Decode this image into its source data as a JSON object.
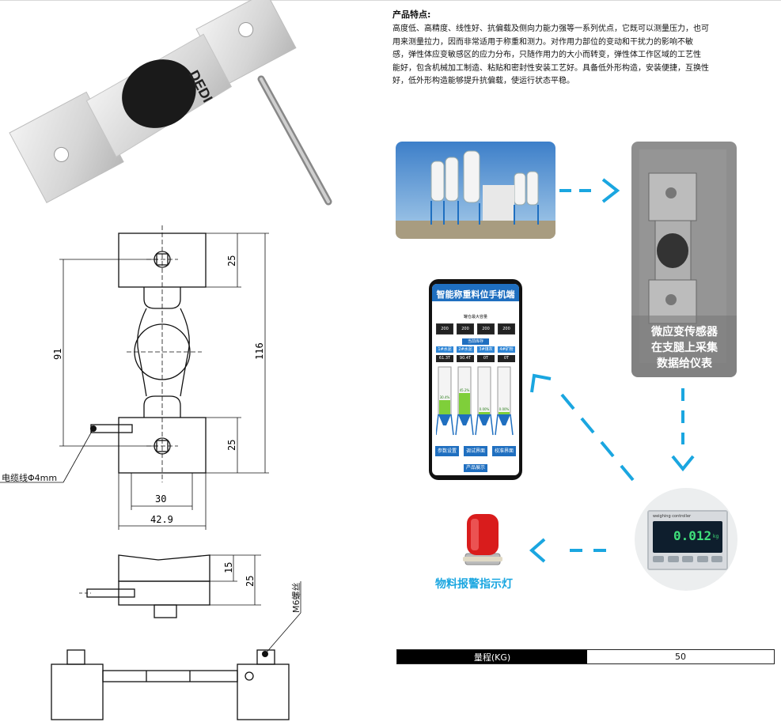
{
  "features": {
    "title": "产品特点:",
    "lines": [
      "高度低、高精度、线性好、抗偏载及侧向力能力强等一系列优点，它既可以测量压力，也可",
      "用来测量拉力，因而非常适用于称重和测力。对作用力部位的变动和干扰力的影响不敏",
      "感，弹性体应变敏感区的应力分布，只随作用力的大小而转变，弹性体工作区域的工艺性",
      "能好，包含机械加工制造、粘贴和密封性安装工艺好。具备低外形构造，安装便捷，互换性",
      "好，低外形构造能够提升抗偏载，使运行状态平稳。"
    ]
  },
  "product_logo": "DEDI",
  "drawing": {
    "dims": {
      "d25a": "25",
      "d91": "91",
      "d116": "116",
      "d25b": "25",
      "d30": "30",
      "d429": "42.9",
      "d15": "15",
      "d25c": "25"
    },
    "cable_label": "电缆线Φ4mm",
    "bolt_label": "M6螺丝"
  },
  "diagram": {
    "sensor_caption": [
      "微应变传感器",
      "在支腿上采集",
      "数据给仪表"
    ],
    "lamp_caption": "物料报警指示灯",
    "phone": {
      "title": "智能称重料位手机端",
      "capacity_label": "罐仓最大容量",
      "capacity_values": [
        "200",
        "200",
        "200",
        "200"
      ],
      "stock_label": "当前库存",
      "bins": [
        "1#水泥",
        "2#水泥",
        "3#煤灰",
        "4#矿粉"
      ],
      "stock_values": [
        "61.3T",
        "90.4T",
        "0T",
        "0T"
      ],
      "fill_levels": [
        0.3,
        0.45,
        0.05,
        0.05
      ],
      "fill_pct_text": [
        "30.4%",
        "45.2%",
        "0.00%",
        "0.00%"
      ],
      "buttons": [
        "参数设置",
        "调试界面",
        "校准界面"
      ],
      "bottom_button": "产品展示"
    },
    "controller": {
      "brand": "weighing controller",
      "reading": "0.012",
      "unit": "kg"
    }
  },
  "spec": {
    "label": "量程(KG)",
    "value": "50"
  },
  "colors": {
    "accent": "#1aa6e0",
    "phone_blue": "#1f6fc0",
    "green_fill": "#7fcf3a"
  }
}
